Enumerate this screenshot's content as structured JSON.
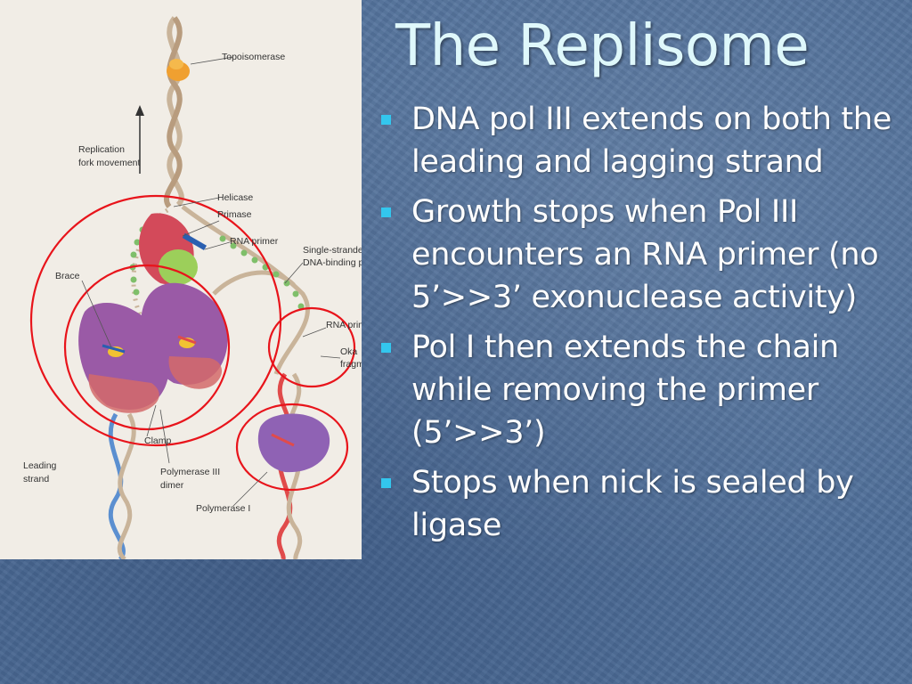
{
  "slide": {
    "title": "The Replisome",
    "bullets": [
      {
        "text": "DNA pol III extends on both the leading and lagging strand"
      },
      {
        "text": "Growth stops when Pol III encounters an RNA primer (no 5’>>3’ exonuclease activity)"
      },
      {
        "text": "Pol I then extends the chain while removing the primer (5’>>3’)"
      },
      {
        "text": "Stops when nick is sealed by ligase"
      }
    ]
  },
  "diagram": {
    "labels": {
      "topoisomerase": "Topoisomerase",
      "replication": "Replication",
      "fork_movement": "fork movement",
      "helicase": "Helicase",
      "primase": "Primase",
      "rna_primer": "RNA primer",
      "ssb_1": "Single-stranded",
      "ssb_2": "DNA-binding p",
      "brace": "Brace",
      "rna_primer_2": "RNA prim",
      "okazaki_1": "Oka",
      "okazaki_2": "fragm",
      "clamp": "Clamp",
      "leading_1": "Leading",
      "leading_2": "strand",
      "pol3_1": "Polymerase III",
      "pol3_2": "dimer",
      "pol1": "Polymerase I"
    },
    "colors": {
      "highlight_circle": "#e8141b",
      "pol3": "#9a5aa6",
      "pol1": "#8f62b4",
      "helicase": "#d34a5a",
      "primase": "#9ccf5a",
      "topoisomerase": "#f0a030",
      "ssb": "#7fbf6a",
      "leading_strand": "#5b8fd0",
      "rna_primer": "#e04b4b"
    }
  }
}
